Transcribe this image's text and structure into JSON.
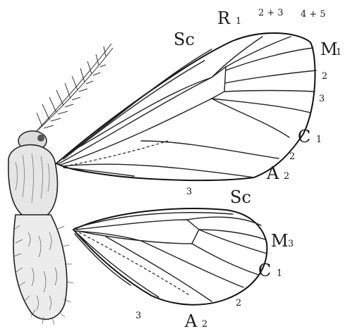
{
  "forewing": {
    "labels": {
      "sc": "Sc",
      "r1": "R",
      "r1_sub": "1",
      "r23": "2 + 3",
      "r45": "4 + 5",
      "m1": "M",
      "m1_sub": "1",
      "m2": "2",
      "m3": "3",
      "cu1": "C",
      "cu1_sub": "1",
      "cu2": "2",
      "a2": "A",
      "a2_sub": "2",
      "a3": "3"
    }
  },
  "hindwing": {
    "labels": {
      "sc": "Sc",
      "m3": "M",
      "m3_sub": "3",
      "cu1": "C",
      "cu1_sub": "1",
      "cu2": "2",
      "a3": "3",
      "a2": "A",
      "a2_sub": "2"
    }
  }
}
